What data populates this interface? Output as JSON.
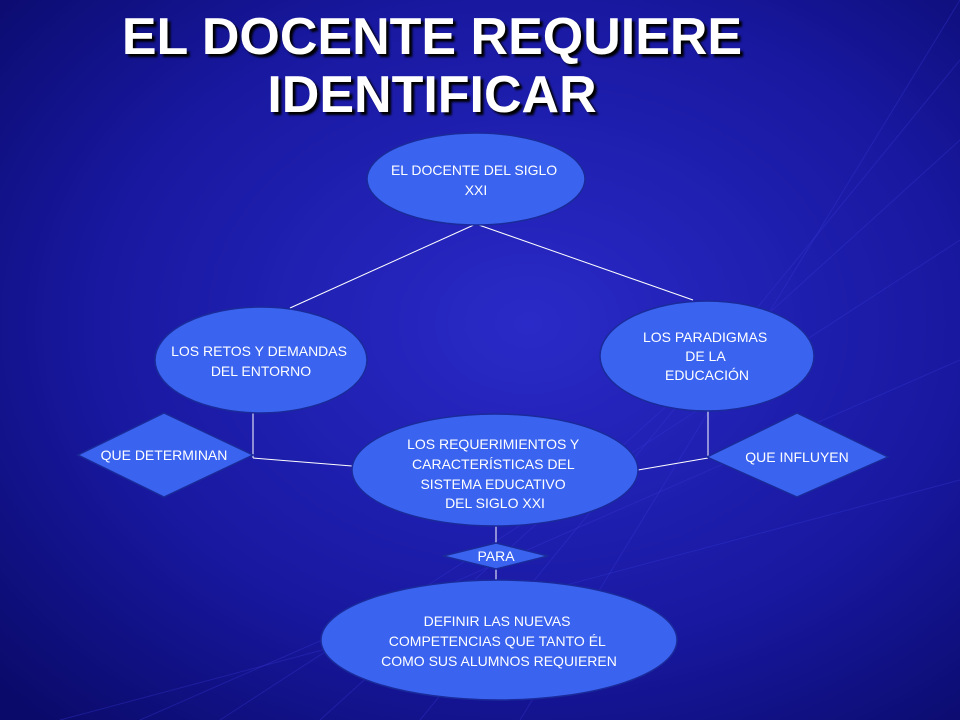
{
  "colors": {
    "background": "#14148a",
    "node_fill": "#3a63f0",
    "node_stroke": "#1a2a9a",
    "connector": "#ffffff",
    "text": "#ffffff"
  },
  "title": {
    "line1": "EL DOCENTE REQUIERE",
    "line2": "IDENTIFICAR"
  },
  "nodes": {
    "docente": {
      "lines": [
        "EL DOCENTE DEL SIGLO",
        "XXI"
      ]
    },
    "retos": {
      "lines": [
        "LOS RETOS Y DEMANDAS",
        "DEL ENTORNO"
      ]
    },
    "paradigmas": {
      "lines": [
        "LOS PARADIGMAS",
        "DE LA",
        "EDUCACIÓN"
      ]
    },
    "requerimientos": {
      "lines": [
        "LOS REQUERIMIENTOS Y",
        "CARACTERÍSTICAS DEL",
        "SISTEMA EDUCATIVO",
        "DEL SIGLO XXI"
      ]
    },
    "competencias": {
      "lines": [
        "DEFINIR LAS NUEVAS",
        "COMPETENCIAS QUE TANTO ÉL",
        "COMO SUS ALUMNOS REQUIEREN"
      ]
    }
  },
  "connectors": {
    "determinan": "QUE DETERMINAN",
    "influyen": "QUE INFLUYEN",
    "para": "PARA"
  }
}
